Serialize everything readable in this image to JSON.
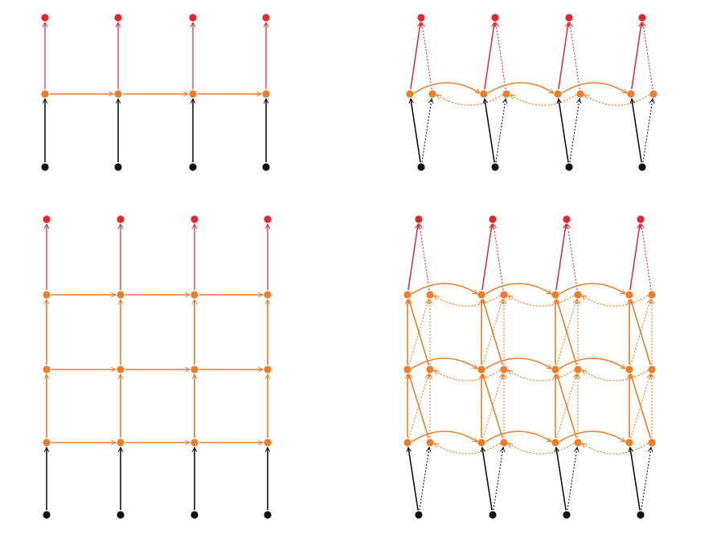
{
  "colors": {
    "input": "#111111",
    "hidden": "#ef7d26",
    "output": "#e0282e",
    "background": "#ffffff"
  },
  "panels": [
    {
      "id": "rnn-1-layer",
      "hidden_layers": 1,
      "bidirectional": false,
      "timesteps": 4
    },
    {
      "id": "bidirectional-rnn-1-layer",
      "hidden_layers": 1,
      "bidirectional": true,
      "timesteps": 4
    },
    {
      "id": "rnn-3-layer",
      "hidden_layers": 3,
      "bidirectional": false,
      "timesteps": 4
    },
    {
      "id": "bidirectional-rnn-3-layer",
      "hidden_layers": 3,
      "bidirectional": true,
      "timesteps": 4
    }
  ]
}
